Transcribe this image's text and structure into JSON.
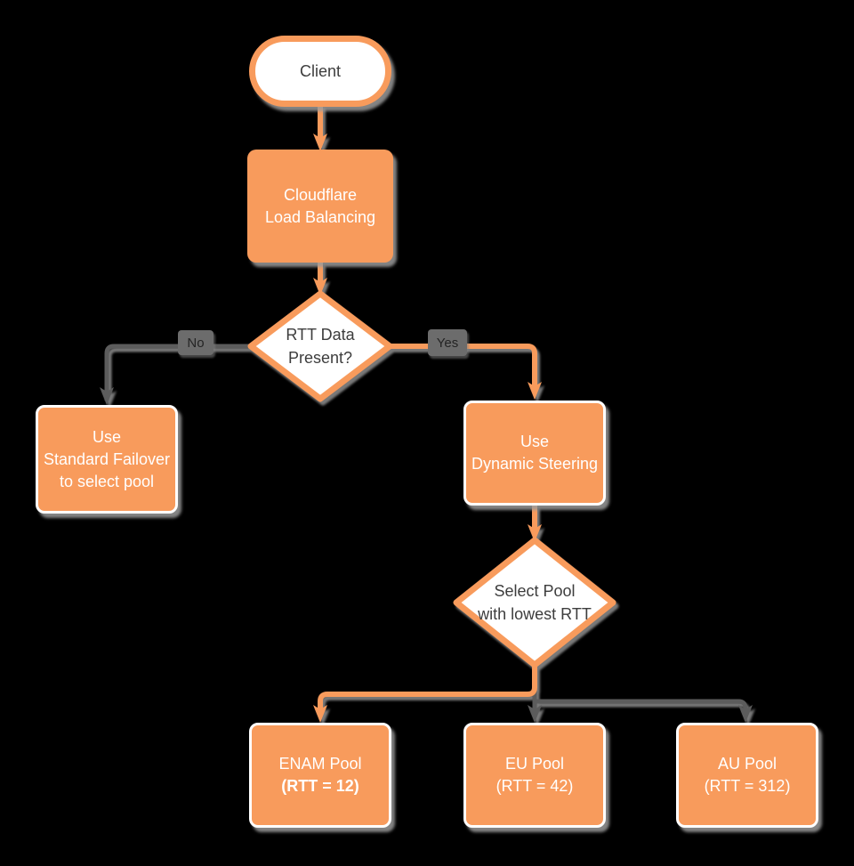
{
  "diagram": {
    "colors": {
      "background": "#000000",
      "orange": "#F89B5C",
      "gray_connector": "#5C5C5C",
      "shadow": "#9B9B9B",
      "label_chip": "#6C6C6C",
      "text_dark": "#3D3D3D",
      "text_light": "#FFFFFF"
    },
    "nodes": {
      "client": {
        "shape": "terminator",
        "label": "Client"
      },
      "cloudflare_lb": {
        "shape": "process",
        "line1": "Cloudflare",
        "line2": "Load Balancing"
      },
      "rtt_decision": {
        "shape": "decision",
        "line1": "RTT Data",
        "line2": "Present?"
      },
      "standard_failover": {
        "shape": "process",
        "line1": "Use",
        "line2": "Standard Failover",
        "line3": "to select pool"
      },
      "dynamic_steering": {
        "shape": "process",
        "line1": "Use",
        "line2": "Dynamic Steering"
      },
      "select_pool": {
        "shape": "decision",
        "line1": "Select Pool",
        "line2": "with lowest RTT"
      },
      "enam_pool": {
        "shape": "process",
        "line1": "ENAM Pool",
        "line2": "(RTT = 12)"
      },
      "eu_pool": {
        "shape": "process",
        "line1": "EU Pool",
        "line2": "(RTT = 42)"
      },
      "au_pool": {
        "shape": "process",
        "line1": "AU Pool",
        "line2": "(RTT = 312)"
      }
    },
    "edge_labels": {
      "no": "No",
      "yes": "Yes"
    }
  }
}
